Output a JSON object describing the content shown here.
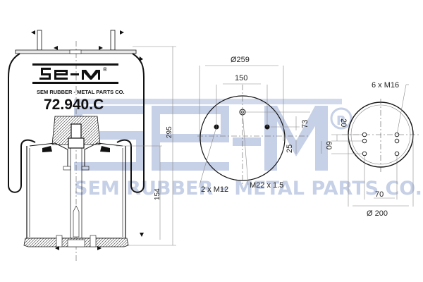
{
  "brand": {
    "logo_text": "SE-M",
    "registered": "®",
    "company": "SEM RUBBER - METAL PARTS CO.",
    "part_number": "72.940.C"
  },
  "watermark": {
    "logo_text": "SE-M",
    "registered": "®",
    "company": "SEM RUBBER - METAL PARTS CO.",
    "color": "#c6d0e6"
  },
  "side_view": {
    "dimensions": {
      "overall_height": "295",
      "piston_height": "154"
    }
  },
  "top_plate_view": {
    "dimensions": {
      "diameter": "Ø259",
      "bolt_spacing": "150",
      "offset_upper": "73",
      "offset_lower": "25"
    },
    "callouts": {
      "studs": "2 x M12",
      "air_fitting": "M22 x 1.5"
    }
  },
  "bottom_plate_view": {
    "dimensions": {
      "diameter": "Ø 200",
      "hole_spacing_x": "70",
      "hole_spacing_small": "20",
      "hole_spacing_y": "60"
    },
    "callouts": {
      "holes": "6 x M16"
    }
  },
  "colors": {
    "line": "#111111",
    "dim_line": "#777777",
    "watermark": "#c6d0e6"
  }
}
